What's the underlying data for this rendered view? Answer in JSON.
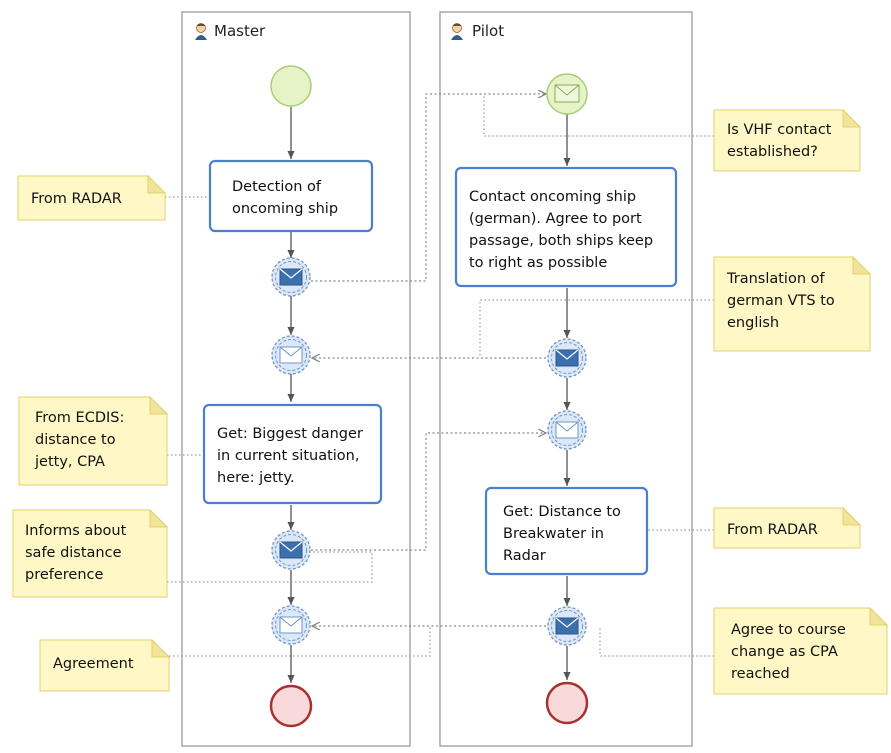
{
  "lanes": {
    "master": {
      "title": "Master",
      "icon": "person-icon"
    },
    "pilot": {
      "title": "Pilot",
      "icon": "person-icon"
    }
  },
  "tasks": {
    "detection": [
      "Detection of",
      "oncoming ship"
    ],
    "biggest_danger": [
      "Get: Biggest danger",
      "in current situation,",
      "here: jetty."
    ],
    "contact": [
      "Contact oncoming ship",
      "(german). Agree to port",
      "passage, both ships keep",
      "to right as possible"
    ],
    "distance": [
      "Get: Distance to",
      "Breakwater in",
      "Radar"
    ]
  },
  "notes": {
    "from_radar_left": [
      "From RADAR"
    ],
    "from_ecdis": [
      "From ECDIS:",
      "distance to",
      "jetty, CPA"
    ],
    "informs": [
      "Informs about",
      "safe distance",
      "preference"
    ],
    "agreement": [
      "Agreement"
    ],
    "vhf": [
      "Is VHF contact",
      "established?"
    ],
    "translation": [
      "Translation of",
      "german VTS to",
      "english"
    ],
    "from_radar_right": [
      "From RADAR"
    ],
    "agree_course": [
      "Agree to course",
      "change as CPA",
      "reached"
    ]
  },
  "colors": {
    "task_border": "#4b7fd0",
    "start_event": "#e6f3c7",
    "end_event": "#f9d9d9",
    "message_throw": "#3b6fae",
    "note_fill": "#fff8c6"
  }
}
